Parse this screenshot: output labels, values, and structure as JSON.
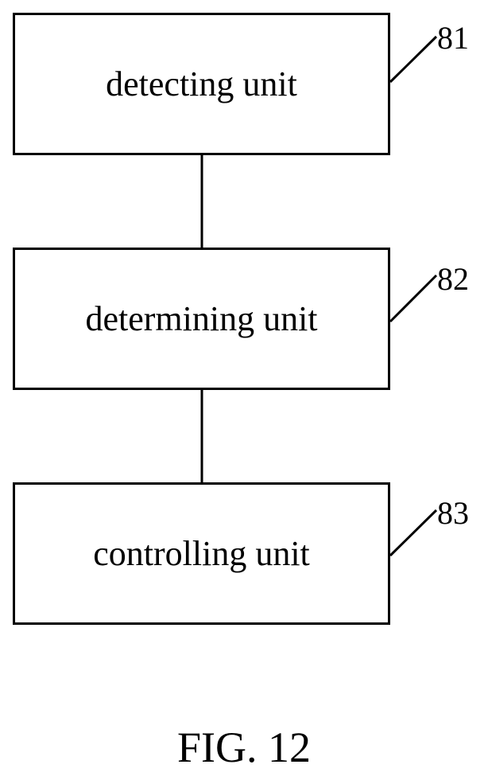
{
  "units": [
    {
      "label": "detecting unit",
      "ref": "81"
    },
    {
      "label": "determining unit",
      "ref": "82"
    },
    {
      "label": "controlling unit",
      "ref": "83"
    }
  ],
  "caption": "FIG. 12"
}
